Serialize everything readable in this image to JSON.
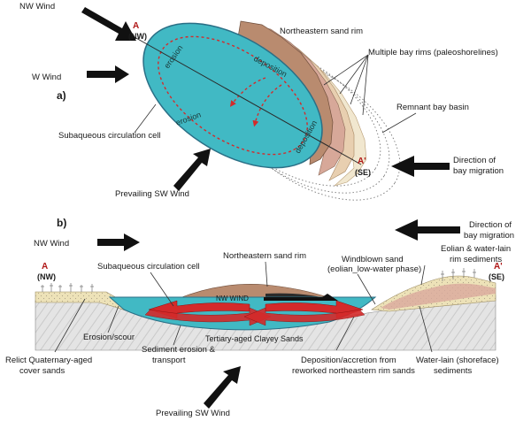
{
  "panel_a": {
    "label": "a)",
    "nw_wind": "NW Wind",
    "w_wind": "W Wind",
    "point_a": "A",
    "point_a_sub": "(NW)",
    "point_a2": "A'",
    "point_a2_sub": "(SE)",
    "northeastern_sand_rim": "Northeastern sand rim",
    "multiple_bay_rims": "Multiple bay rims (paleoshorelines)",
    "remnant_bay_basin": "Remnant bay basin",
    "subaqueous_cell": "Subaqueous circulation cell",
    "direction_migration_1": "Direction of",
    "direction_migration_2": "bay migration",
    "prevailing_sw_wind": "Prevailing SW Wind",
    "erosion_top": "erosion",
    "erosion_bottom": "erosion",
    "deposition_top": "deposition",
    "deposition_bottom": "deposition"
  },
  "panel_b": {
    "label": "b)",
    "nw_wind": "NW Wind",
    "direction_migration_1": "Direction of",
    "direction_migration_2": "bay migration",
    "point_a": "A",
    "point_a_sub": "(NW)",
    "point_a2": "A'",
    "point_a2_sub": "(SE)",
    "subaqueous_cell": "Subaqueous circulation cell",
    "northeastern_sand_rim": "Northeastern sand rim",
    "windblown_sand_1": "Windblown sand",
    "windblown_sand_2": "(eolian_low-water phase)",
    "eolian_rim_1": "Eolian & water-lain",
    "eolian_rim_2": "rim sediments",
    "nw_wind_label": "NW WIND",
    "tertiary_sands": "Tertiary-aged Clayey Sands",
    "relict_1": "Relict Quaternary-aged",
    "relict_2": "cover sands",
    "erosion_scour": "Erosion/scour",
    "sediment_erosion_1": "Sediment erosion &",
    "sediment_erosion_2": "transport",
    "deposition_1": "Deposition/accretion from",
    "deposition_2": "reworked northeastern rim sands",
    "water_lain_1": "Water-lain (shoreface)",
    "water_lain_2": "sediments",
    "prevailing_sw_wind": "Prevailing SW Wind"
  },
  "colors": {
    "water": "#41b9c4",
    "water_edge": "#2a6f86",
    "rim_brown": "#b98b6f",
    "rim_pink": "#d9a99c",
    "sand_light": "#ede2b8",
    "ground_gray": "#dcdcdc",
    "arrow_red": "#d42a2a",
    "arrow_black": "#111111"
  }
}
